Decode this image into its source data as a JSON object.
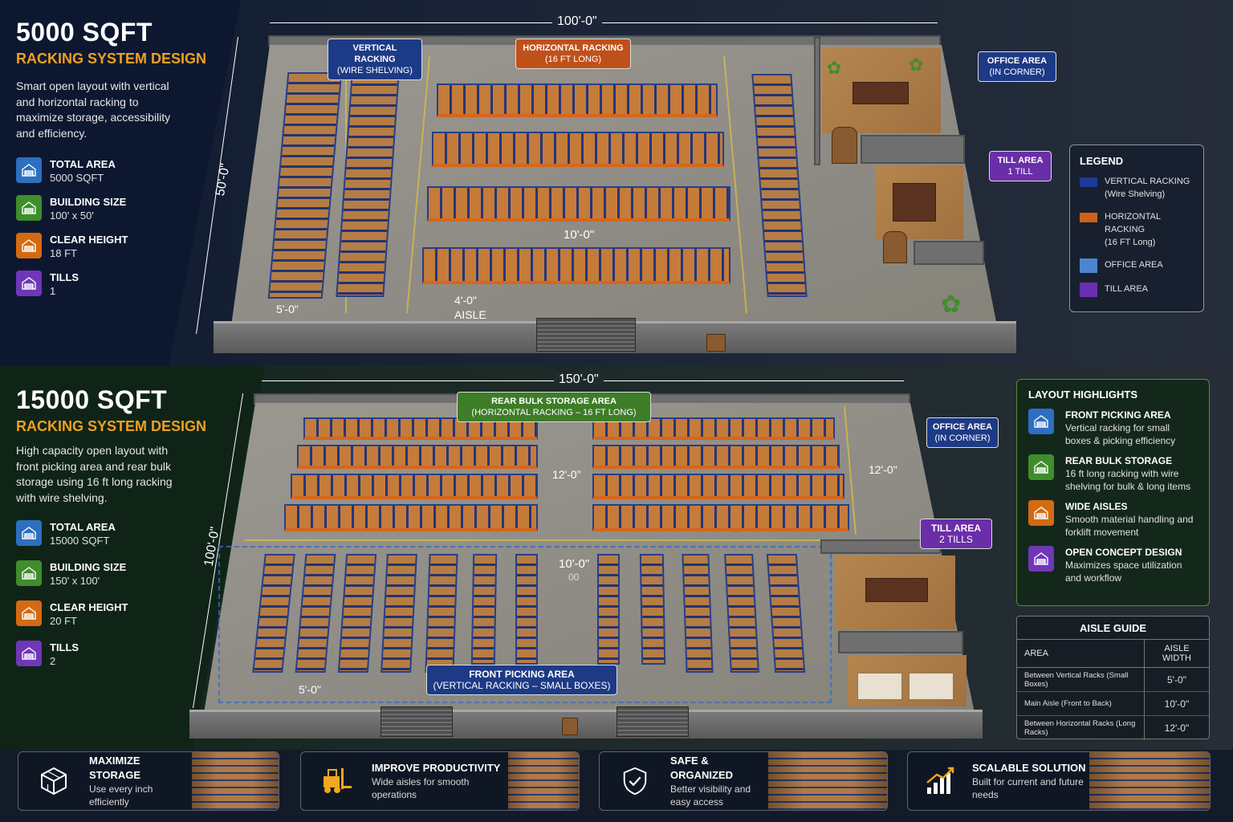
{
  "top": {
    "title": "5000 SQFT",
    "subtitle": "RACKING SYSTEM DESIGN",
    "description": "Smart open layout with vertical and horizontal racking to maximize storage, accessibility and efficiency.",
    "stats": [
      {
        "label": "TOTAL AREA",
        "value": "5000 SQFT"
      },
      {
        "label": "BUILDING SIZE",
        "value": "100' x 50'"
      },
      {
        "label": "CLEAR HEIGHT",
        "value": "18 FT"
      },
      {
        "label": "TILLS",
        "value": "1"
      }
    ],
    "dims": {
      "width": "100'-0\"",
      "depth": "50'-0\"",
      "aisle_main": "10'-0\"",
      "aisle_small": "4'-0\"",
      "aisle_small_label": "AISLE",
      "aisle_side": "5'-0\""
    },
    "tags": {
      "vertical": {
        "l1": "VERTICAL RACKING",
        "l2": "(WIRE SHELVING)"
      },
      "horizontal": {
        "l1": "HORIZONTAL RACKING",
        "l2": "(16 FT LONG)"
      },
      "office": {
        "l1": "OFFICE AREA",
        "l2": "(IN CORNER)"
      },
      "till": {
        "l1": "TILL AREA",
        "l2": "1 TILL"
      }
    },
    "legend": {
      "title": "LEGEND",
      "items": [
        {
          "l1": "VERTICAL RACKING",
          "l2": "(Wire Shelving)",
          "color": "#1d3a9a"
        },
        {
          "l1": "HORIZONTAL RACKING",
          "l2": "(16 FT Long)",
          "color": "#d0601a"
        },
        {
          "l1": "OFFICE AREA",
          "l2": "",
          "color": "#4a86d0"
        },
        {
          "l1": "TILL AREA",
          "l2": "",
          "color": "#6a2eb0"
        }
      ]
    }
  },
  "bottom": {
    "title": "15000 SQFT",
    "subtitle": "RACKING SYSTEM DESIGN",
    "description": "High capacity open layout with front picking area and rear bulk storage using 16 ft long racking with wire shelving.",
    "stats": [
      {
        "label": "TOTAL AREA",
        "value": "15000 SQFT"
      },
      {
        "label": "BUILDING SIZE",
        "value": "150' x 100'"
      },
      {
        "label": "CLEAR HEIGHT",
        "value": "20 FT"
      },
      {
        "label": "TILLS",
        "value": "2"
      }
    ],
    "dims": {
      "width": "150'-0\"",
      "depth": "100'-0\"",
      "aisle_center": "12'-0\"",
      "aisle_right": "12'-0\"",
      "aisle_main": "10'-0\"",
      "aisle_main_sub": "00",
      "aisle_side": "5'-0\""
    },
    "tags": {
      "rear": {
        "l1": "REAR BULK STORAGE AREA",
        "l2": "(HORIZONTAL RACKING – 16 FT LONG)"
      },
      "front": {
        "l1": "FRONT PICKING AREA",
        "l2": "(VERTICAL RACKING – SMALL BOXES)"
      },
      "office": {
        "l1": "OFFICE AREA",
        "l2": "(IN CORNER)"
      },
      "till": {
        "l1": "TILL AREA",
        "l2": "2 TILLS"
      }
    },
    "highlights": {
      "title": "LAYOUT HIGHLIGHTS",
      "items": [
        {
          "h": "FRONT PICKING AREA",
          "d": "Vertical racking for small boxes & picking efficiency"
        },
        {
          "h": "REAR BULK STORAGE",
          "d": "16 ft long racking with wire shelving for bulk & long items"
        },
        {
          "h": "WIDE AISLES",
          "d": "Smooth material handling and forklift movement"
        },
        {
          "h": "OPEN CONCEPT DESIGN",
          "d": "Maximizes space utilization and workflow"
        }
      ]
    },
    "aisle_guide": {
      "title": "AISLE GUIDE",
      "col_area": "AREA",
      "col_width": "AISLE WIDTH",
      "rows": [
        {
          "area": "Between Vertical Racks (Small Boxes)",
          "width": "5'-0\""
        },
        {
          "area": "Main Aisle (Front to Back)",
          "width": "10'-0\""
        },
        {
          "area": "Between Horizontal Racks (Long Racks)",
          "width": "12'-0\""
        }
      ]
    }
  },
  "footer": [
    {
      "h": "MAXIMIZE STORAGE",
      "d": "Use every inch efficiently",
      "icon": "cube-icon"
    },
    {
      "h": "IMPROVE PRODUCTIVITY",
      "d": "Wide aisles for smooth operations",
      "icon": "forklift-icon"
    },
    {
      "h": "SAFE & ORGANIZED",
      "d": "Better visibility and easy access",
      "icon": "shield-check-icon"
    },
    {
      "h": "SCALABLE SOLUTION",
      "d": "Built for current and future needs",
      "icon": "growth-chart-icon"
    }
  ]
}
